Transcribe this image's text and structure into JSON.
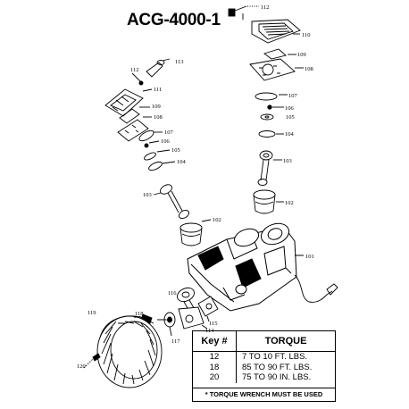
{
  "title": "ACG-4000-1",
  "callouts": {
    "c112a": "112",
    "c110": "110",
    "c109a": "109",
    "c108a": "108",
    "c107a": "107",
    "c106a": "106",
    "c105a": "105",
    "c104a": "104",
    "c103a": "103",
    "c102a": "102",
    "c101": "101",
    "c112b": "112",
    "c113": "113",
    "c111": "111",
    "c109b": "109",
    "c108b": "108",
    "c107b": "107",
    "c106b": "106",
    "c105b": "105",
    "c104b": "104",
    "c103b": "103",
    "c102b": "102",
    "c114": "114",
    "c115": "115",
    "c116": "116",
    "c117": "117",
    "c118": "118",
    "c119": "119",
    "c120": "120"
  },
  "torque_table": {
    "headers": {
      "key": "Key #",
      "torque": "TORQUE"
    },
    "rows": [
      {
        "key": "12",
        "torque": "7 TO 10 FT. LBS."
      },
      {
        "key": "18",
        "torque": "85 TO 90 FT. LBS."
      },
      {
        "key": "20",
        "torque": "75 TO 90 IN. LBS."
      }
    ],
    "note": "* TORQUE WRENCH MUST BE USED"
  }
}
